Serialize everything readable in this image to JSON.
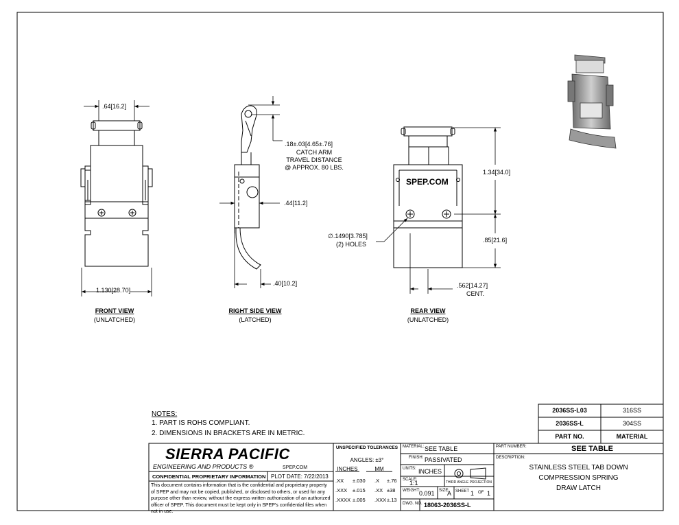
{
  "views": {
    "front": {
      "title": "FRONT VIEW",
      "subtitle": "(UNLATCHED)"
    },
    "side": {
      "title": "RIGHT SIDE VIEW",
      "subtitle": "(LATCHED)"
    },
    "rear": {
      "title": "REAR VIEW",
      "subtitle": "(UNLATCHED)"
    }
  },
  "dimensions": {
    "front_top": ".64",
    "front_top_metric": "16.2",
    "front_bottom": "1.130",
    "front_bottom_metric": "28.70",
    "catch_travel": ".18±.03",
    "catch_travel_metric": "4.65±.76",
    "catch_line1": "CATCH ARM",
    "catch_line2": "TRAVEL DISTANCE",
    "catch_line3": "@ APPROX. 80 LBS.",
    "side_mid": ".44",
    "side_mid_metric": "11.2",
    "side_bottom": ".40",
    "side_bottom_metric": "10.2",
    "rear_height": "1.34",
    "rear_height_metric": "34.0",
    "rear_lower": ".85",
    "rear_lower_metric": "21.6",
    "hole_dia": "∅.1490",
    "hole_dia_metric": "3.785",
    "hole_count": "(2) HOLES",
    "rear_bottom": ".562",
    "rear_bottom_metric": "14.27",
    "rear_bottom_note": "CENT."
  },
  "part_brand": "SPEP.COM",
  "notes": {
    "heading": "NOTES:",
    "items": [
      "1.   PART IS ROHS COMPLIANT.",
      "2.   DIMENSIONS IN BRACKETS ARE IN METRIC."
    ]
  },
  "part_table": {
    "rows": [
      {
        "part": "2036SS-L03",
        "material": "316SS"
      },
      {
        "part": "2036SS-L",
        "material": "304SS"
      }
    ],
    "header_part": "PART NO.",
    "header_material": "MATERIAL"
  },
  "title_block": {
    "company": "SIERRA PACIFIC",
    "company_sub": "ENGINEERING AND PRODUCTS",
    "registered": "®",
    "website": "SPEP.COM",
    "confidential_heading": "CONFIDENTIAL PROPRIETARY INFORMATION",
    "plot_date": "PLOT DATE:  7/22/2013",
    "confidential_text": "This document contains information that is the confidential and proprietary property of SPEP and may not be copied, published, or disclosed to others, or used for any purpose other than review, without the express written authorization of an authorized officer of SPEP. This document must be kept only in SPEP's confidential files when not in use.",
    "tol_heading": "UNSPECIFIED TOLERANCES",
    "tol_angles": "ANGLES:  ±3°",
    "tol_inches_label": "INCHES",
    "tol_mm_label": "MM",
    "tol_rows": [
      {
        "in_fmt": ".XX",
        "in_val": "±.030",
        "mm_fmt": ".X",
        "mm_val": "±.76"
      },
      {
        "in_fmt": ".XXX",
        "in_val": "±.015",
        "mm_fmt": ".XX",
        "mm_val": "±38"
      },
      {
        "in_fmt": ".XXXX",
        "in_val": "±.005",
        "mm_fmt": ".XXX",
        "mm_val": "±.13"
      }
    ],
    "material_label": "MATERIAL:",
    "material_value": "SEE TABLE",
    "finish_label": "FINISH:",
    "finish_value": "PASSIVATED",
    "units_label": "UNITS:",
    "units_value": "INCHES",
    "projection_label": "THIRD ANGLE PROJECTION",
    "scale_label": "SCALE:",
    "scale_value": "1:1",
    "weight_label": "WEIGHT:",
    "weight_value": "0.091",
    "size_label": "SIZE:",
    "size_value": "A",
    "sheet_label": "SHEET",
    "sheet_value": "1",
    "of_label": "OF",
    "of_value": "1",
    "dwg_label": "DWG. NO.",
    "dwg_value": "18063-2036SS-L",
    "partnum_label": "PART NUMBER:",
    "partnum_value": "SEE TABLE",
    "desc_label": "DESCRIPTION:",
    "desc_lines": [
      "STAINLESS STEEL TAB DOWN",
      "COMPRESSION SPRING",
      "DRAW LATCH"
    ]
  }
}
